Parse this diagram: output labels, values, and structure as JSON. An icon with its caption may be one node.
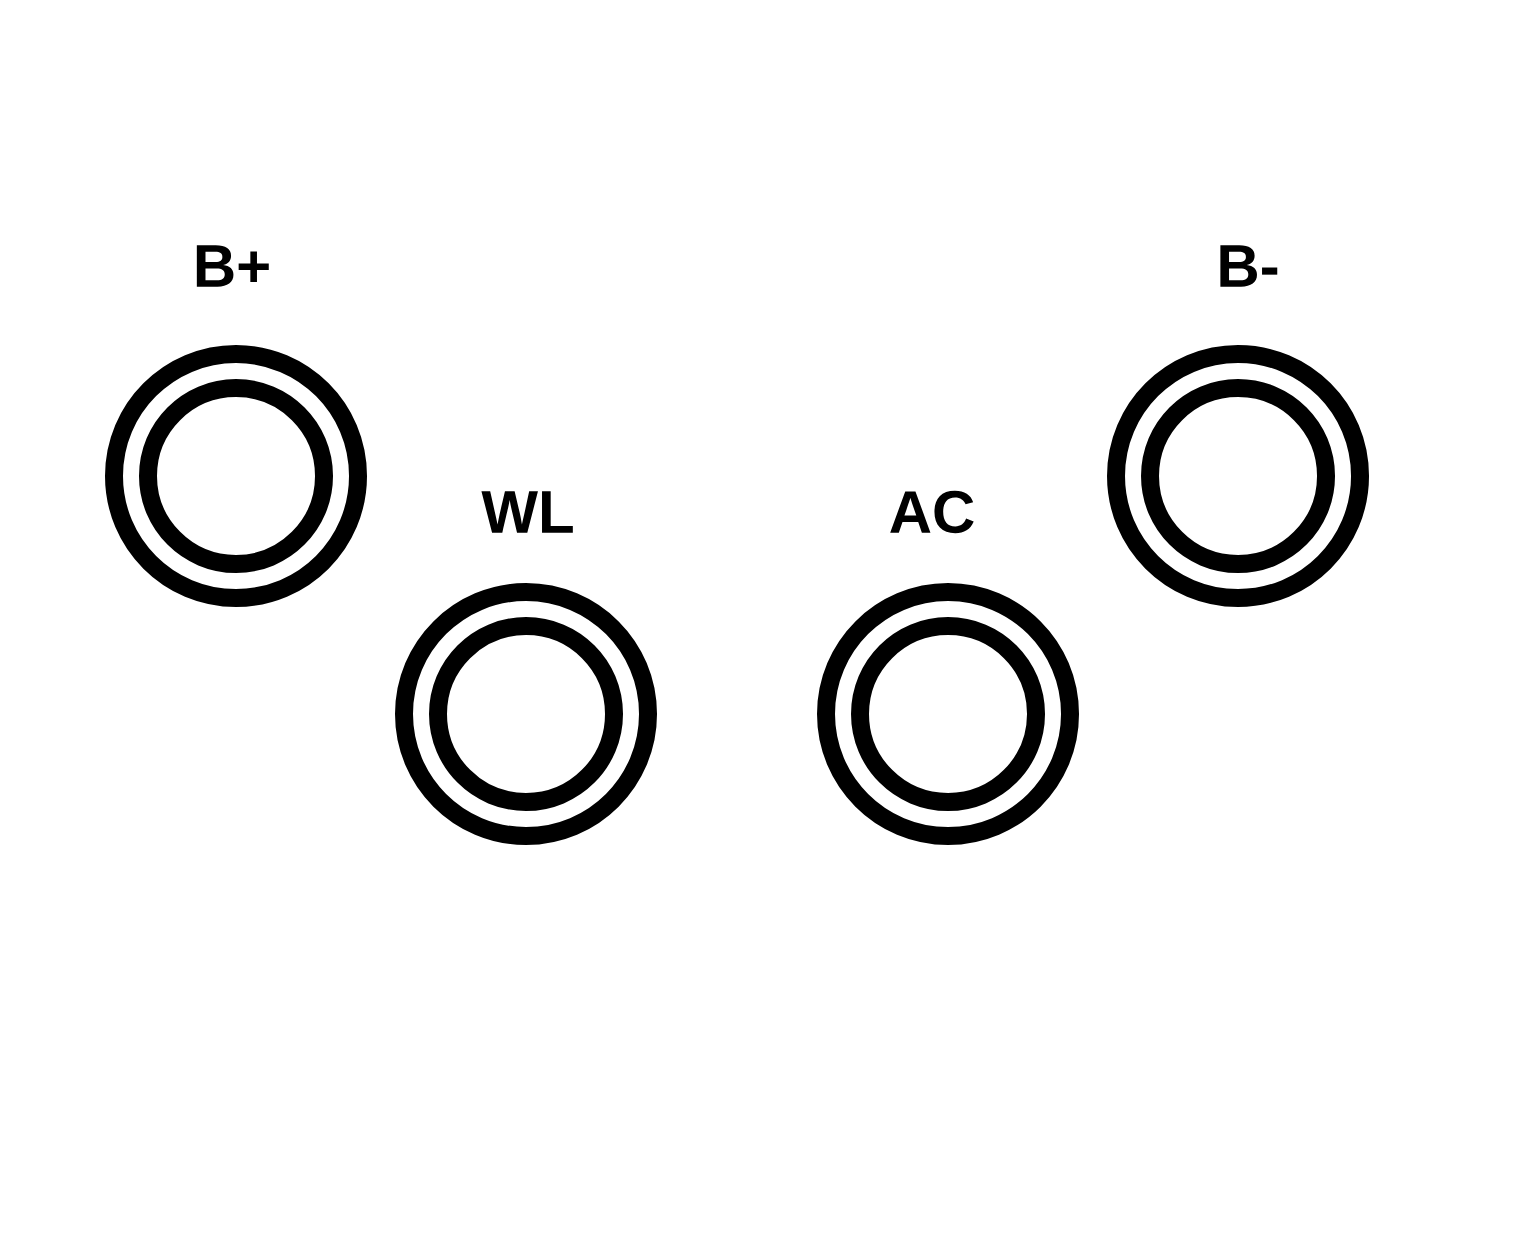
{
  "diagram": {
    "nodes": [
      {
        "text": [
          "B+"
        ]
      },
      {
        "text": [
          "WL"
        ]
      },
      {
        "text": [
          "AC"
        ]
      },
      {
        "text": [
          "B-"
        ]
      }
    ]
  }
}
